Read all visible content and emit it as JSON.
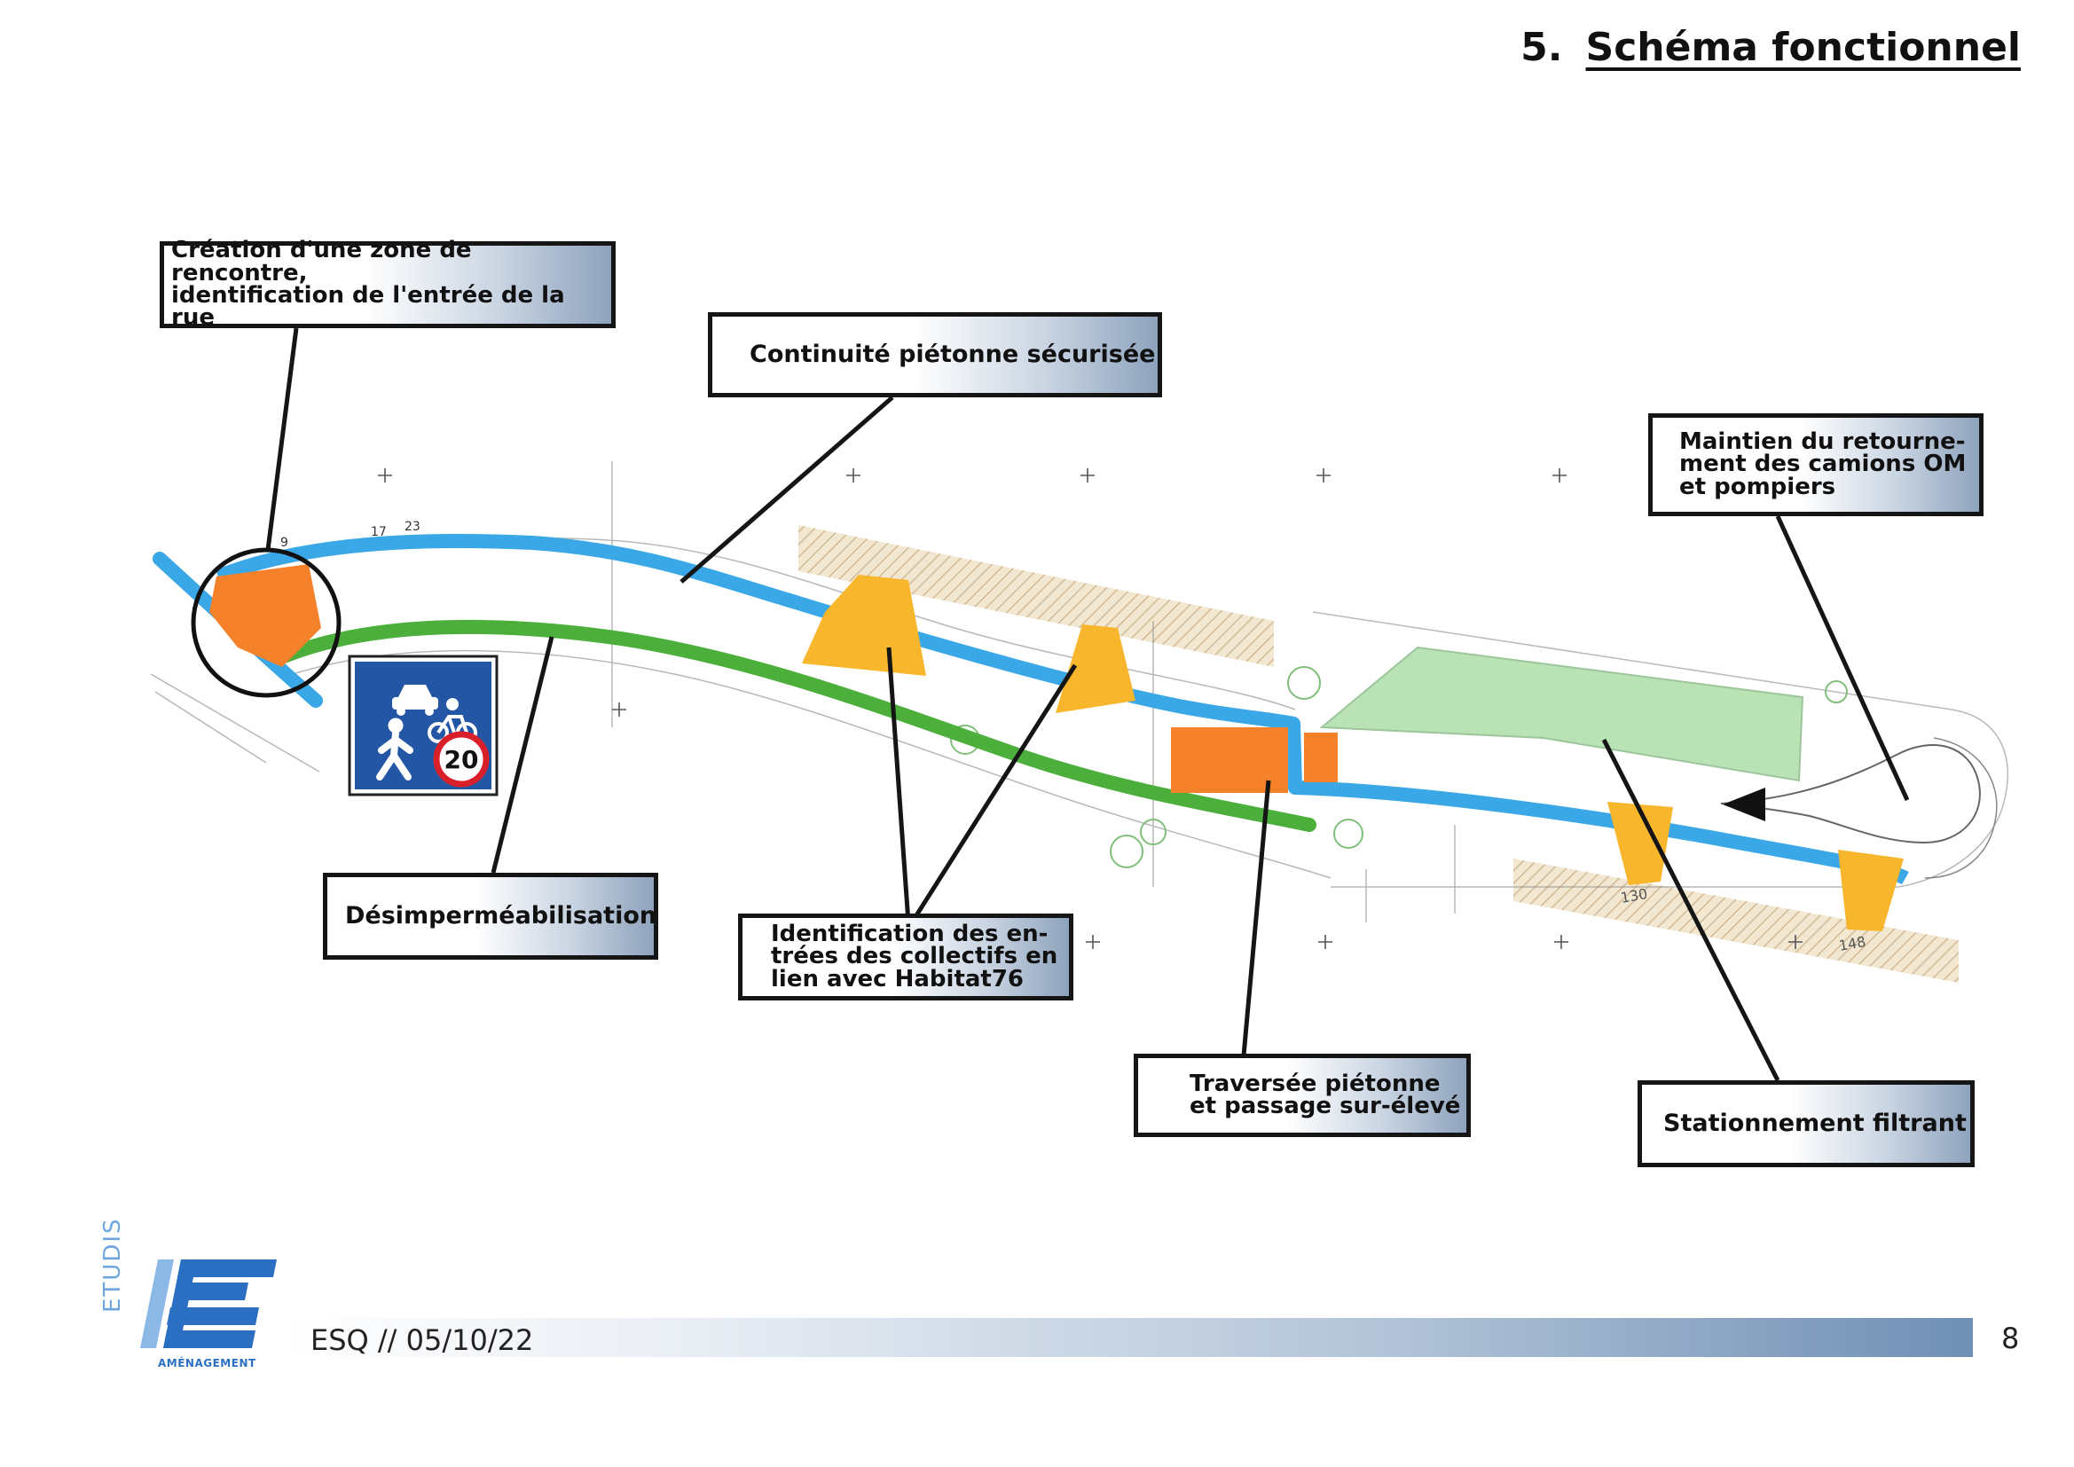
{
  "header": {
    "number": "5.",
    "title": "Schéma fonctionnel"
  },
  "callouts": {
    "zone": "Création d'une zone de rencontre,\nidentification de l'entrée de la rue",
    "continuite": "Continuité piétonne sécurisée",
    "retournement": "Maintien du retourne-\nment des camions OM\net pompiers",
    "desimper": "Désimperméabilisation",
    "identification": "Identification des en-\ntrées des collectifs en\nlien avec Habitat76",
    "traversee": "Traversée piétonne\net passage sur-élevé",
    "stationnement": "Stationnement filtrant"
  },
  "sign": {
    "speed": "20"
  },
  "plan_labels": {
    "n17": "17",
    "n23": "23",
    "n9": "9",
    "n130": "130",
    "n148": "148"
  },
  "footer": {
    "ref": "ESQ // 05/10/22",
    "page": "8"
  },
  "logo": {
    "word": "AMÉNAGEMENT",
    "side": "ETUDIS"
  },
  "colors": {
    "blue_path": "#3aa7e6",
    "green_strip": "#4caf3b",
    "orange": "#f5822a",
    "yellow": "#f8b62c",
    "parking": "#b9e3b5"
  }
}
